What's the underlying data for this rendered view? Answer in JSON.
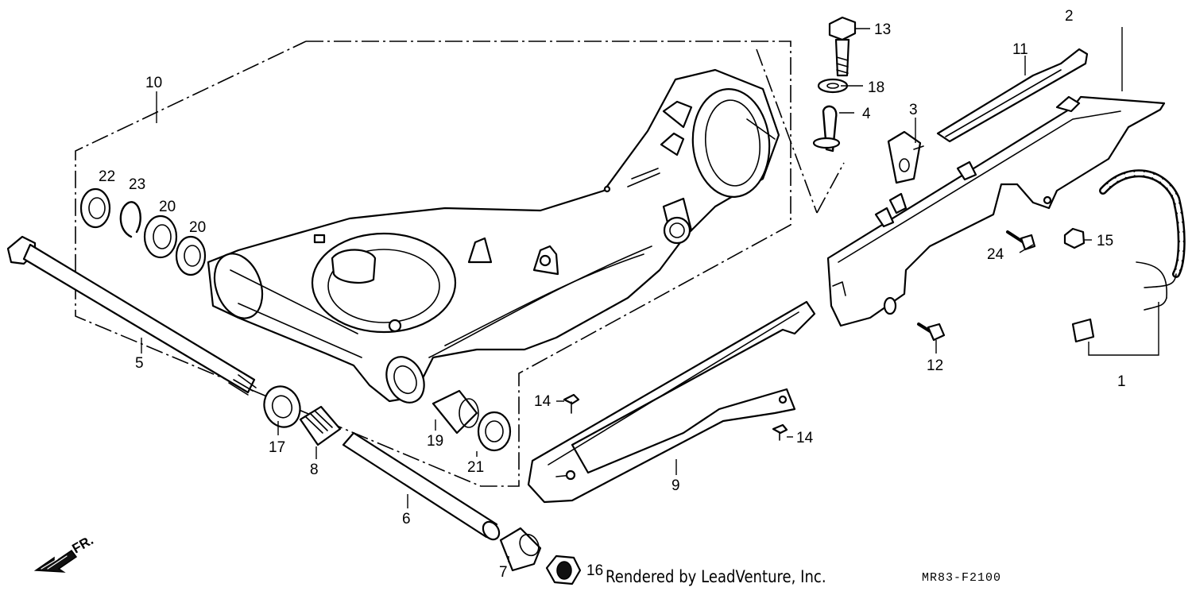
{
  "credit": "Rendered by LeadVenture, Inc.",
  "diagram_code": "MR83-F2100",
  "direction_label": "FR.",
  "callouts": [
    "1",
    "2",
    "3",
    "4",
    "5",
    "6",
    "7",
    "8",
    "9",
    "10",
    "11",
    "12",
    "13",
    "14",
    "14",
    "15",
    "16",
    "17",
    "18",
    "19",
    "20",
    "20",
    "21",
    "22",
    "23",
    "24"
  ]
}
